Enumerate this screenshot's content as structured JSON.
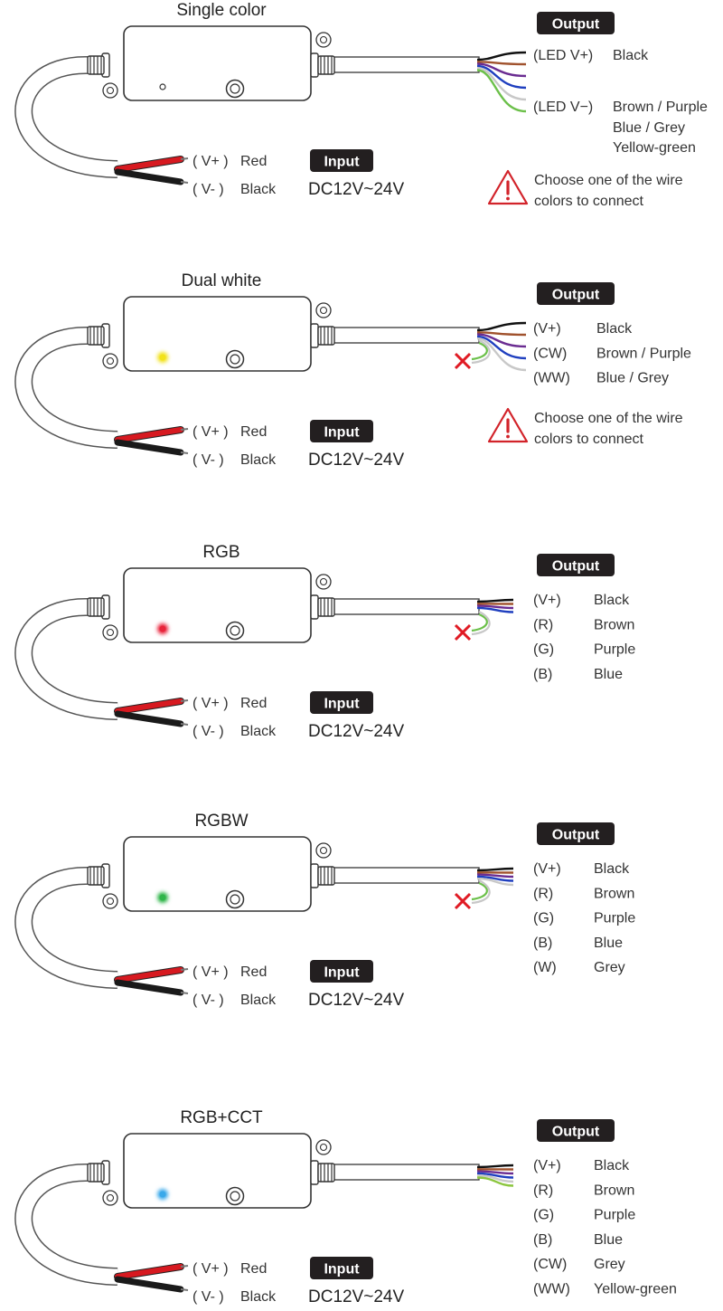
{
  "sections": [
    {
      "title": "Single color",
      "led_color": "",
      "has_cross": false,
      "output_label": "Output",
      "wires": [
        {
          "code": "(LED V+)",
          "name": "Black",
          "color": "#111111"
        },
        {
          "code": "(LED V−)",
          "name": "Brown / Purple",
          "color": "#a0522d"
        },
        {
          "code": "",
          "name": "Blue / Grey",
          "color": "#6a2c91"
        },
        {
          "code": "",
          "name": "Yellow-green",
          "color": "#1f3fbf"
        }
      ],
      "extra_wire_colors": [
        "#c8c8c8",
        "#6cc04a"
      ],
      "input_label": "Input",
      "input_voltage": "DC12V~24V",
      "vplus_code": "( V+ )",
      "vplus_name": "Red",
      "vminus_code": "( V- )",
      "vminus_name": "Black",
      "warning": [
        "Choose one of the wire",
        "colors to connect"
      ]
    },
    {
      "title": "Dual white",
      "led_color": "#f2e21a",
      "has_cross": true,
      "output_label": "Output",
      "wires": [
        {
          "code": "(V+)",
          "name": "Black",
          "color": "#111111"
        },
        {
          "code": "(CW)",
          "name": "Brown / Purple",
          "color": "#a0522d"
        },
        {
          "code": "(WW)",
          "name": "Blue / Grey",
          "color": "#6a2c91"
        }
      ],
      "extra_wire_colors": [
        "#1f3fbf",
        "#c8c8c8"
      ],
      "input_label": "Input",
      "input_voltage": "DC12V~24V",
      "vplus_code": "( V+ )",
      "vplus_name": "Red",
      "vminus_code": "( V- )",
      "vminus_name": "Black",
      "warning": [
        "Choose one of the wire",
        "colors to connect"
      ]
    },
    {
      "title": "RGB",
      "led_color": "#e8243a",
      "has_cross": true,
      "output_label": "Output",
      "wires": [
        {
          "code": "(V+)",
          "name": "Black",
          "color": "#111111"
        },
        {
          "code": "(R)",
          "name": "Brown",
          "color": "#a0522d"
        },
        {
          "code": "(G)",
          "name": "Purple",
          "color": "#6a2c91"
        },
        {
          "code": "(B)",
          "name": "Blue",
          "color": "#1f3fbf"
        }
      ],
      "extra_wire_colors": [],
      "input_label": "Input",
      "input_voltage": "DC12V~24V",
      "vplus_code": "( V+ )",
      "vplus_name": "Red",
      "vminus_code": "( V- )",
      "vminus_name": "Black",
      "warning": []
    },
    {
      "title": "RGBW",
      "led_color": "#2fb54a",
      "has_cross": true,
      "output_label": "Output",
      "wires": [
        {
          "code": "(V+)",
          "name": "Black",
          "color": "#111111"
        },
        {
          "code": "(R)",
          "name": "Brown",
          "color": "#a0522d"
        },
        {
          "code": "(G)",
          "name": "Purple",
          "color": "#6a2c91"
        },
        {
          "code": "(B)",
          "name": "Blue",
          "color": "#1f3fbf"
        },
        {
          "code": "(W)",
          "name": "Grey",
          "color": "#c8c8c8"
        }
      ],
      "extra_wire_colors": [],
      "input_label": "Input",
      "input_voltage": "DC12V~24V",
      "vplus_code": "( V+ )",
      "vplus_name": "Red",
      "vminus_code": "( V- )",
      "vminus_name": "Black",
      "warning": []
    },
    {
      "title": "RGB+CCT",
      "led_color": "#3aa9ea",
      "has_cross": false,
      "output_label": "Output",
      "wires": [
        {
          "code": "(V+)",
          "name": "Black",
          "color": "#111111"
        },
        {
          "code": "(R)",
          "name": "Brown",
          "color": "#a0522d"
        },
        {
          "code": "(G)",
          "name": "Purple",
          "color": "#6a2c91"
        },
        {
          "code": "(B)",
          "name": "Blue",
          "color": "#1f3fbf"
        },
        {
          "code": "(CW)",
          "name": "Grey",
          "color": "#c8c8c8"
        },
        {
          "code": "(WW)",
          "name": "Yellow-green",
          "color": "#8cc63f"
        }
      ],
      "extra_wire_colors": [],
      "input_label": "Input",
      "input_voltage": "DC12V~24V",
      "vplus_code": "( V+ )",
      "vplus_name": "Red",
      "vminus_code": "( V- )",
      "vminus_name": "Black",
      "warning": []
    }
  ],
  "colors": {
    "red_wire": "#d71920",
    "black_wire": "#1a1a1a",
    "cross": "#e01b24",
    "warning": "#d2232a",
    "label_bg": "#231f20"
  }
}
